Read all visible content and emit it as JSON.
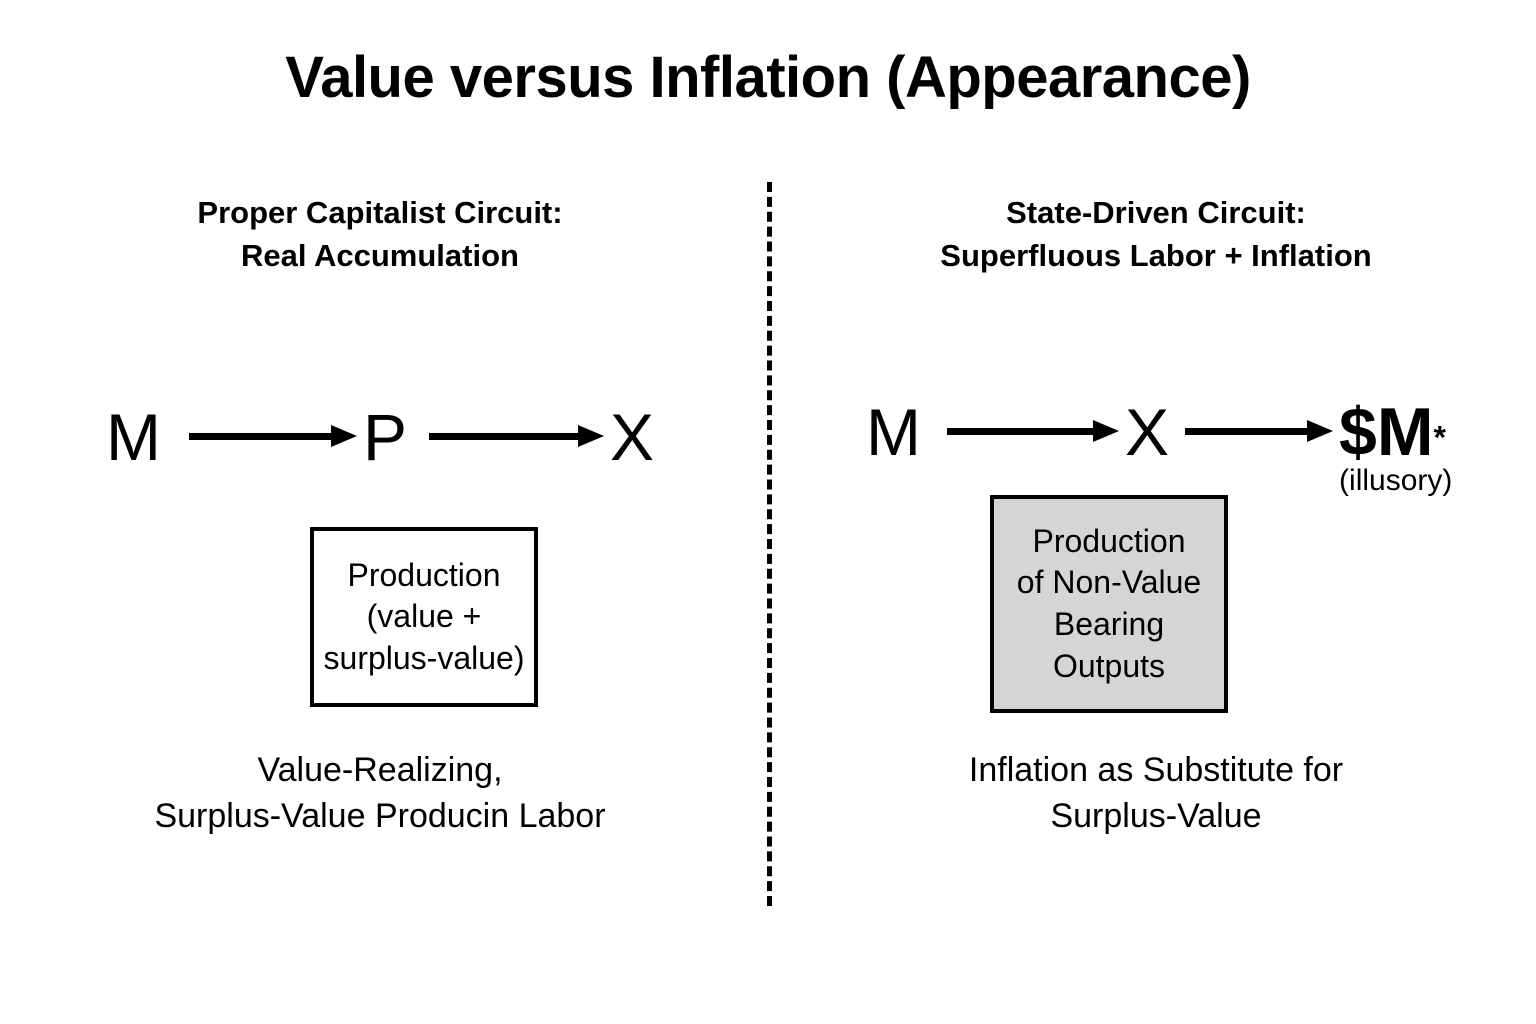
{
  "title": "Value versus Inflation (Appearance)",
  "divider": {
    "style": "dashed-vertical",
    "color": "#000000"
  },
  "colors": {
    "background": "#ffffff",
    "ink": "#000000",
    "box_fill_gray": "#d5d5d5",
    "box_fill_white": "#ffffff"
  },
  "left": {
    "heading": "Proper Capitalist Circuit:\nReal Accumulation",
    "circuit": {
      "nodes": [
        "M",
        "P",
        "X"
      ],
      "arrows": [
        "arrow-right",
        "arrow-right"
      ]
    },
    "box": "Production\n(value +\nsurplus-value)",
    "caption": "Value-Realizing,\nSurplus-Value Producin Labor"
  },
  "right": {
    "heading": "State-Driven Circuit:\nSuperfluous Labor + Inflation",
    "circuit": {
      "nodes": [
        "M",
        "X",
        "$M"
      ],
      "node_star": "*",
      "node_sub_label": "(illusory)",
      "arrows": [
        "arrow-right",
        "arrow-right"
      ]
    },
    "box": "Production\nof Non-Value\nBearing\nOutputs",
    "caption": "Inflation as Substitute for\nSurplus-Value"
  }
}
